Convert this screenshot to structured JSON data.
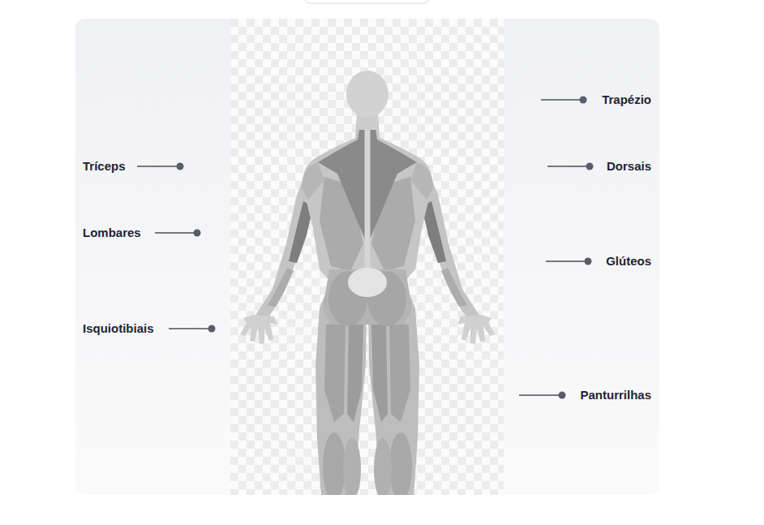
{
  "diagram": {
    "labels": [
      "Tríceps",
      "Lombares",
      "Isquiotibiais",
      "Trapézio",
      "Dorsais",
      "Glúteos",
      "Panturrilhas"
    ]
  }
}
